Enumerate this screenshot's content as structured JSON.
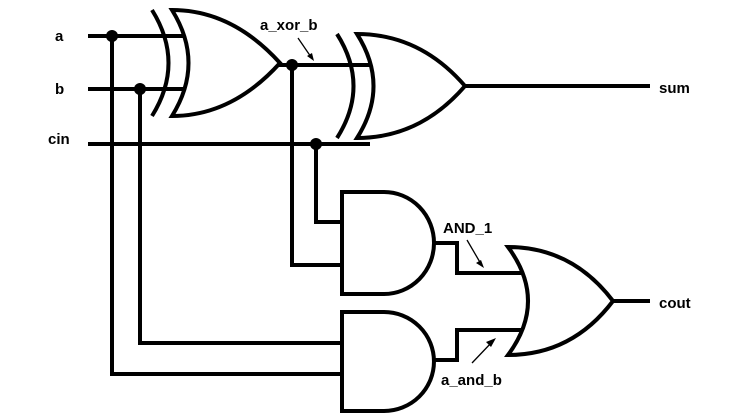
{
  "diagram": {
    "inputs": {
      "a": "a",
      "b": "b",
      "cin": "cin"
    },
    "outputs": {
      "sum": "sum",
      "cout": "cout"
    },
    "signals": {
      "a_xor_b": "a_xor_b",
      "and_1": "AND_1",
      "a_and_b": "a_and_b"
    },
    "gates": [
      {
        "id": "xor-gate-1",
        "type": "XOR",
        "in": [
          "a",
          "b"
        ],
        "out": "a_xor_b"
      },
      {
        "id": "xor-gate-2",
        "type": "XOR",
        "in": [
          "a_xor_b",
          "cin"
        ],
        "out": "sum"
      },
      {
        "id": "and-gate-1",
        "type": "AND",
        "in": [
          "cin",
          "a_xor_b"
        ],
        "out": "AND_1"
      },
      {
        "id": "and-gate-2",
        "type": "AND",
        "in": [
          "b",
          "a"
        ],
        "out": "a_and_b"
      },
      {
        "id": "or-gate",
        "type": "OR",
        "in": [
          "AND_1",
          "a_and_b"
        ],
        "out": "cout"
      }
    ]
  }
}
